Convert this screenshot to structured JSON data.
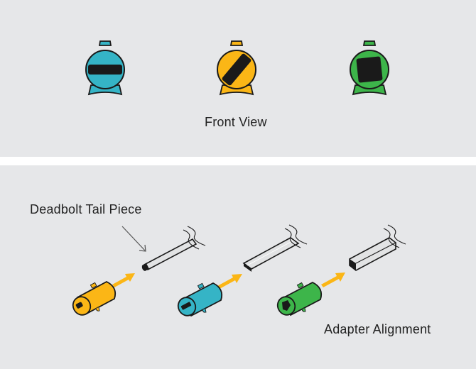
{
  "front_view": {
    "caption": "Front View",
    "adapters": [
      {
        "name": "blue-adapter",
        "color": "#35b4c6",
        "slot_shape": "horizontal-bar"
      },
      {
        "name": "yellow-adapter",
        "color": "#fbb616",
        "slot_shape": "diagonal-bar"
      },
      {
        "name": "green-adapter",
        "color": "#3db54a",
        "slot_shape": "square"
      }
    ]
  },
  "alignment": {
    "tailpiece_label": "Deadbolt Tail Piece",
    "caption": "Adapter Alignment",
    "arrow_color": "#fbb616",
    "tailpiece_fill": "#e2e3e4",
    "outline_color": "#1a1a1a"
  },
  "colors": {
    "background": "#e6e7e9",
    "divider": "#ffffff",
    "blue": "#35b4c6",
    "yellow": "#fbb616",
    "green": "#3db54a"
  }
}
